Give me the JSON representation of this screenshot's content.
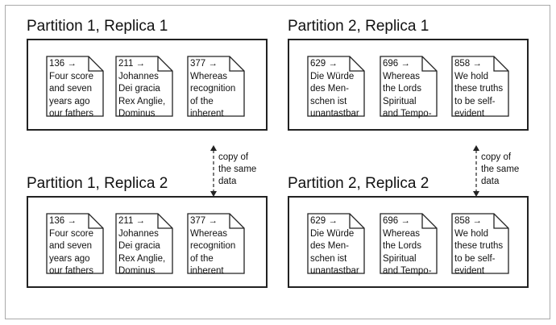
{
  "partitions": [
    {
      "replica_titles": [
        "Partition 1, Replica 1",
        "Partition 1, Replica 2"
      ],
      "documents": [
        {
          "lines": [
            "136 →",
            "Four score",
            "and seven",
            "years ago",
            "our fathers"
          ]
        },
        {
          "lines": [
            "211 →",
            "Johannes",
            "Dei gracia",
            "Rex Anglie,",
            "Dominus"
          ]
        },
        {
          "lines": [
            "377 →",
            "Whereas",
            "recognition",
            "of the",
            "inherent"
          ]
        }
      ]
    },
    {
      "replica_titles": [
        "Partition 2, Replica 1",
        "Partition 2, Replica 2"
      ],
      "documents": [
        {
          "lines": [
            "629 →",
            "Die Würde",
            "des Men-",
            "schen ist",
            "unantastbar"
          ]
        },
        {
          "lines": [
            "696 →",
            "Whereas",
            "the Lords",
            "Spiritual",
            "and Tempo-"
          ]
        },
        {
          "lines": [
            "858 →",
            "We hold",
            "these truths",
            "to be self-",
            "evident"
          ]
        }
      ]
    }
  ],
  "connector_label": [
    "copy of",
    "the same",
    "data"
  ]
}
